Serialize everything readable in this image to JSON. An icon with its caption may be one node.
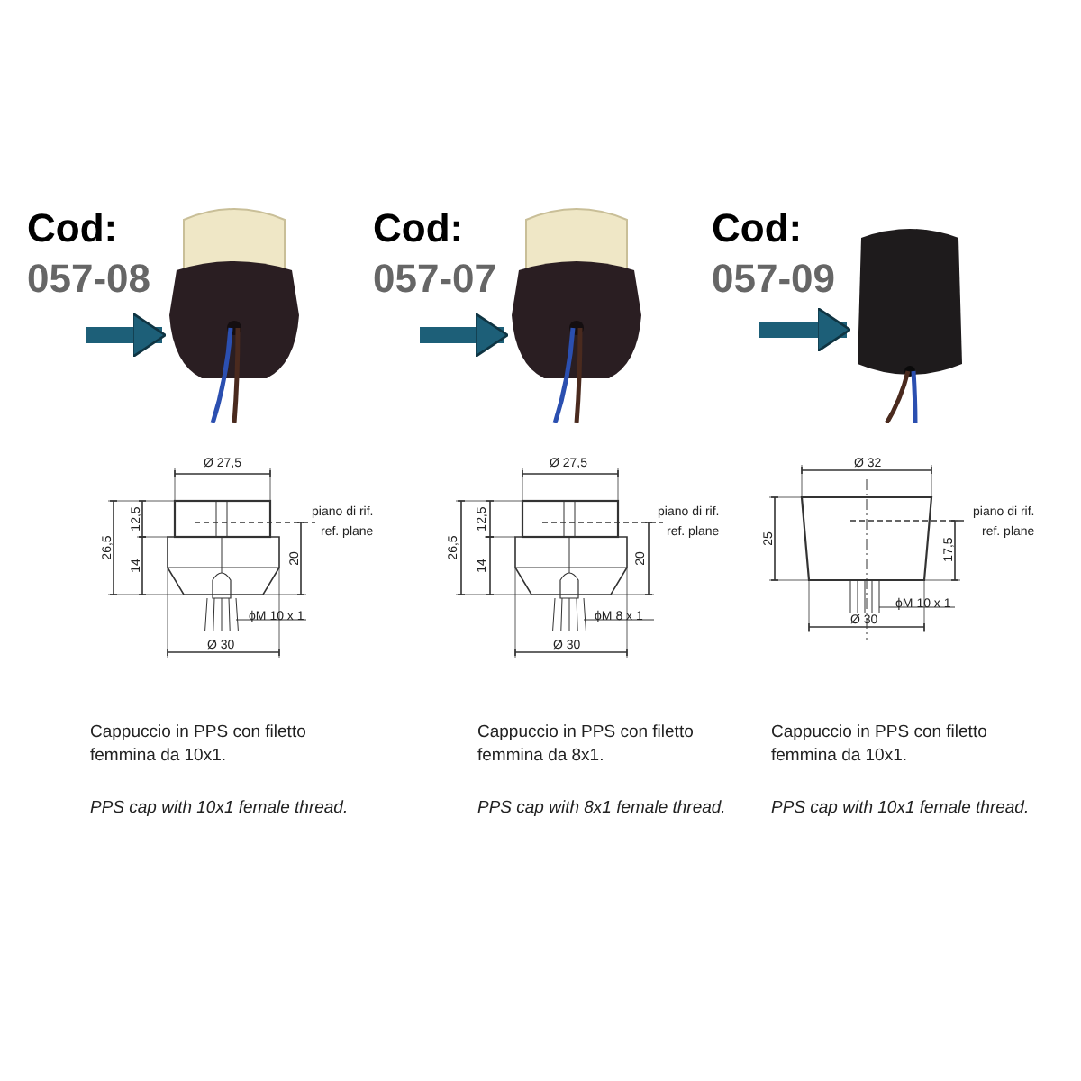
{
  "diagram": {
    "nodes": [
      {
        "text": [],
        "shape": "picture"
      },
      {
        "text": [],
        "shape": "picture"
      },
      {
        "text": [],
        "shape": "picture"
      }
    ],
    "edges": [
      {
        "from": null,
        "to": 0,
        "arrow": "to"
      },
      {
        "from": null,
        "to": 1,
        "arrow": "to"
      },
      {
        "from": null,
        "to": 2,
        "arrow": "to"
      }
    ],
    "labels": [
      "Cod:",
      "057-08",
      "Ø 27,5",
      "12,5",
      "26,5",
      "14",
      "20",
      "piano di rif.",
      "ref. plane",
      "ϕM 10 x 1",
      "Ø 30",
      "Cappuccio in PPS con filetto femmina da 10x1.",
      "PPS cap with 10x1 female thread.",
      "Cod:",
      "057-07",
      "Ø 27,5",
      "12,5",
      "26,5",
      "14",
      "20",
      "piano di rif.",
      "ref. plane",
      "ϕM 8 x 1",
      "Ø 30",
      "Cappuccio in PPS con filetto femmina da 8x1.",
      "PPS cap with 8x1 female thread.",
      "Cod:",
      "057-09",
      "Ø 32",
      "25",
      "17,5",
      "piano di rif.",
      "ref. plane",
      "ϕM 10 x 1",
      "Ø 30",
      "Cappuccio in PPS con filetto femmina da 10x1.",
      "PPS cap with 10x1 female thread."
    ]
  }
}
